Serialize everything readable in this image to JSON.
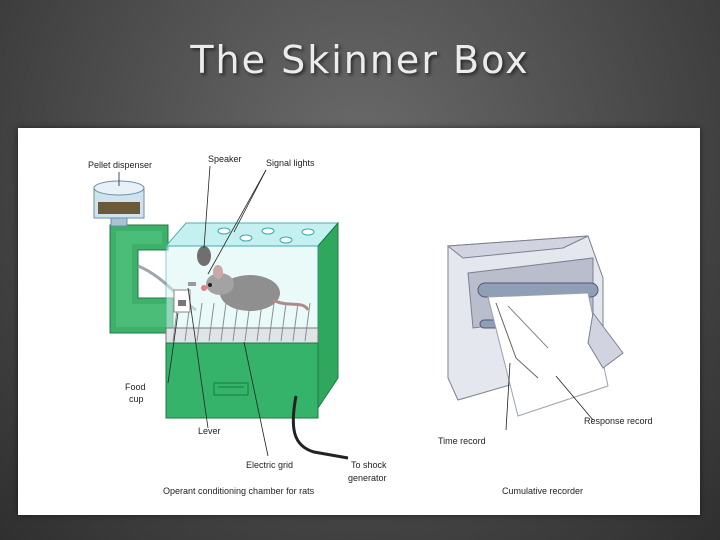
{
  "slide": {
    "title": "The Skinner Box"
  },
  "figure": {
    "labels": {
      "pellet_dispenser": "Pellet dispenser",
      "speaker": "Speaker",
      "signal_lights": "Signal lights",
      "food_cup_line1": "Food",
      "food_cup_line2": "cup",
      "lever": "Lever",
      "electric_grid": "Electric grid",
      "to_shock_line1": "To shock",
      "to_shock_line2": "generator",
      "chamber_caption": "Operant conditioning chamber for rats",
      "time_record": "Time record",
      "response_record": "Response record",
      "recorder_caption": "Cumulative recorder"
    }
  }
}
